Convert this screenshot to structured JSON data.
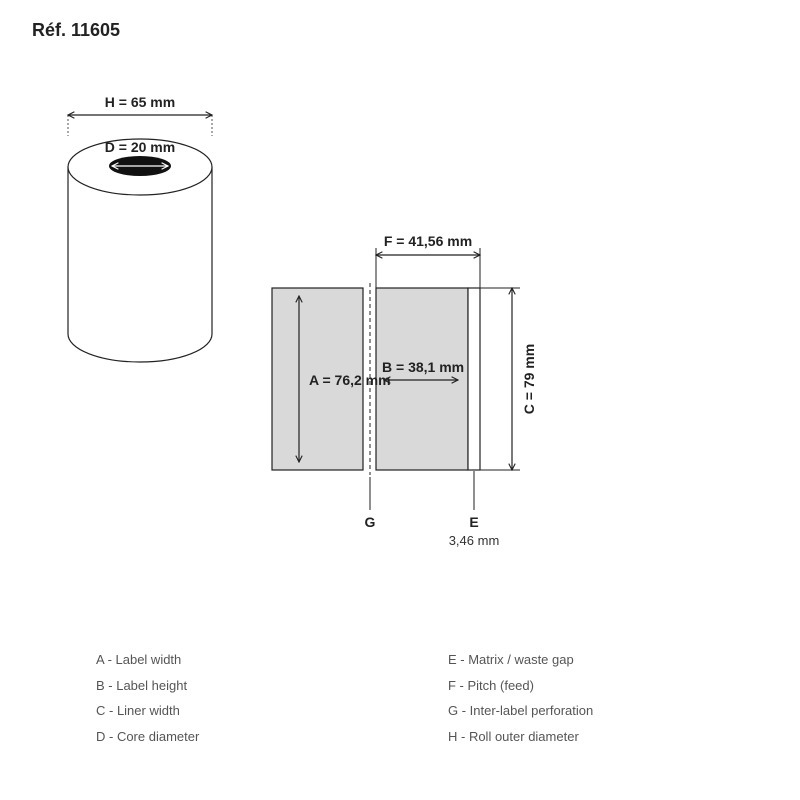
{
  "title": "Réf. 11605",
  "roll": {
    "outer_label": "H = 65 mm",
    "core_label": "D = 20 mm"
  },
  "label": {
    "pitch_label": "F = 41,56 mm",
    "width_label": "A = 76,2 mm",
    "height_label": "B = 38,1 mm",
    "liner_label": "C = 79 mm",
    "perforation_letter": "G",
    "gap_letter": "E",
    "gap_value": "3,46 mm"
  },
  "legend": {
    "left": [
      "A - Label width",
      "B - Label height",
      "C - Liner width",
      "D - Core diameter"
    ],
    "right": [
      "E - Matrix / waste gap",
      "F - Pitch (feed)",
      "G - Inter-label perforation",
      "H - Roll outer diameter"
    ]
  },
  "colors": {
    "label_fill": "#d9d9d9",
    "stroke": "#222222",
    "core_fill": "#111111"
  }
}
